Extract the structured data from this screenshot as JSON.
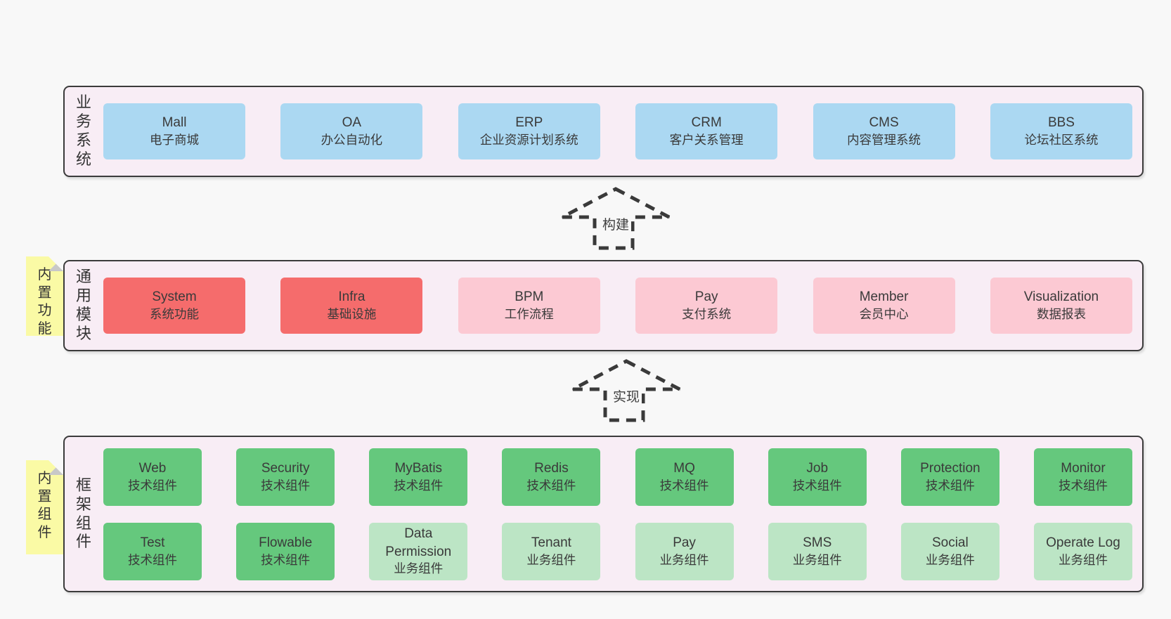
{
  "colors": {
    "page_bg": "#f8f8f8",
    "panel_bg": "#f8edf5",
    "panel_border": "#3b3b3b",
    "blue": "#abd8f2",
    "red": "#f56c6c",
    "pink": "#fcc9d3",
    "green_dark": "#65c87d",
    "green_light": "#bce5c5",
    "note_yellow": "#fafaa5",
    "note_fold": "#c8c8c8",
    "text": "#3a3a3a"
  },
  "arrows": [
    {
      "label": "构建"
    },
    {
      "label": "实现"
    }
  ],
  "layers": {
    "business": {
      "label": "业务系统",
      "boxes": [
        {
          "en": "Mall",
          "zh": "电子商城",
          "type": "blue"
        },
        {
          "en": "OA",
          "zh": "办公自动化",
          "type": "blue"
        },
        {
          "en": "ERP",
          "zh": "企业资源计划系统",
          "type": "blue"
        },
        {
          "en": "CRM",
          "zh": "客户关系管理",
          "type": "blue"
        },
        {
          "en": "CMS",
          "zh": "内容管理系统",
          "type": "blue"
        },
        {
          "en": "BBS",
          "zh": "论坛社区系统",
          "type": "blue"
        }
      ]
    },
    "modules": {
      "label": "通用模块",
      "note": "内置功能",
      "boxes": [
        {
          "en": "System",
          "zh": "系统功能",
          "type": "red"
        },
        {
          "en": "Infra",
          "zh": "基础设施",
          "type": "red"
        },
        {
          "en": "BPM",
          "zh": "工作流程",
          "type": "pink"
        },
        {
          "en": "Pay",
          "zh": "支付系统",
          "type": "pink"
        },
        {
          "en": "Member",
          "zh": "会员中心",
          "type": "pink"
        },
        {
          "en": "Visualization",
          "zh": "数据报表",
          "type": "pink"
        }
      ]
    },
    "framework": {
      "label": "框架组件",
      "note": "内置组件",
      "rows": [
        [
          {
            "en": "Web",
            "zh": "技术组件",
            "type": "green-dark"
          },
          {
            "en": "Security",
            "zh": "技术组件",
            "type": "green-dark"
          },
          {
            "en": "MyBatis",
            "zh": "技术组件",
            "type": "green-dark"
          },
          {
            "en": "Redis",
            "zh": "技术组件",
            "type": "green-dark"
          },
          {
            "en": "MQ",
            "zh": "技术组件",
            "type": "green-dark"
          },
          {
            "en": "Job",
            "zh": "技术组件",
            "type": "green-dark"
          },
          {
            "en": "Protection",
            "zh": "技术组件",
            "type": "green-dark"
          },
          {
            "en": "Monitor",
            "zh": "技术组件",
            "type": "green-dark"
          }
        ],
        [
          {
            "en": "Test",
            "zh": "技术组件",
            "type": "green-dark"
          },
          {
            "en": "Flowable",
            "zh": "技术组件",
            "type": "green-dark"
          },
          {
            "en": "Data\nPermission",
            "zh": "业务组件",
            "type": "green-light"
          },
          {
            "en": "Tenant",
            "zh": "业务组件",
            "type": "green-light"
          },
          {
            "en": "Pay",
            "zh": "业务组件",
            "type": "green-light"
          },
          {
            "en": "SMS",
            "zh": "业务组件",
            "type": "green-light"
          },
          {
            "en": "Social",
            "zh": "业务组件",
            "type": "green-light"
          },
          {
            "en": "Operate Log",
            "zh": "业务组件",
            "type": "green-light"
          }
        ]
      ]
    }
  }
}
